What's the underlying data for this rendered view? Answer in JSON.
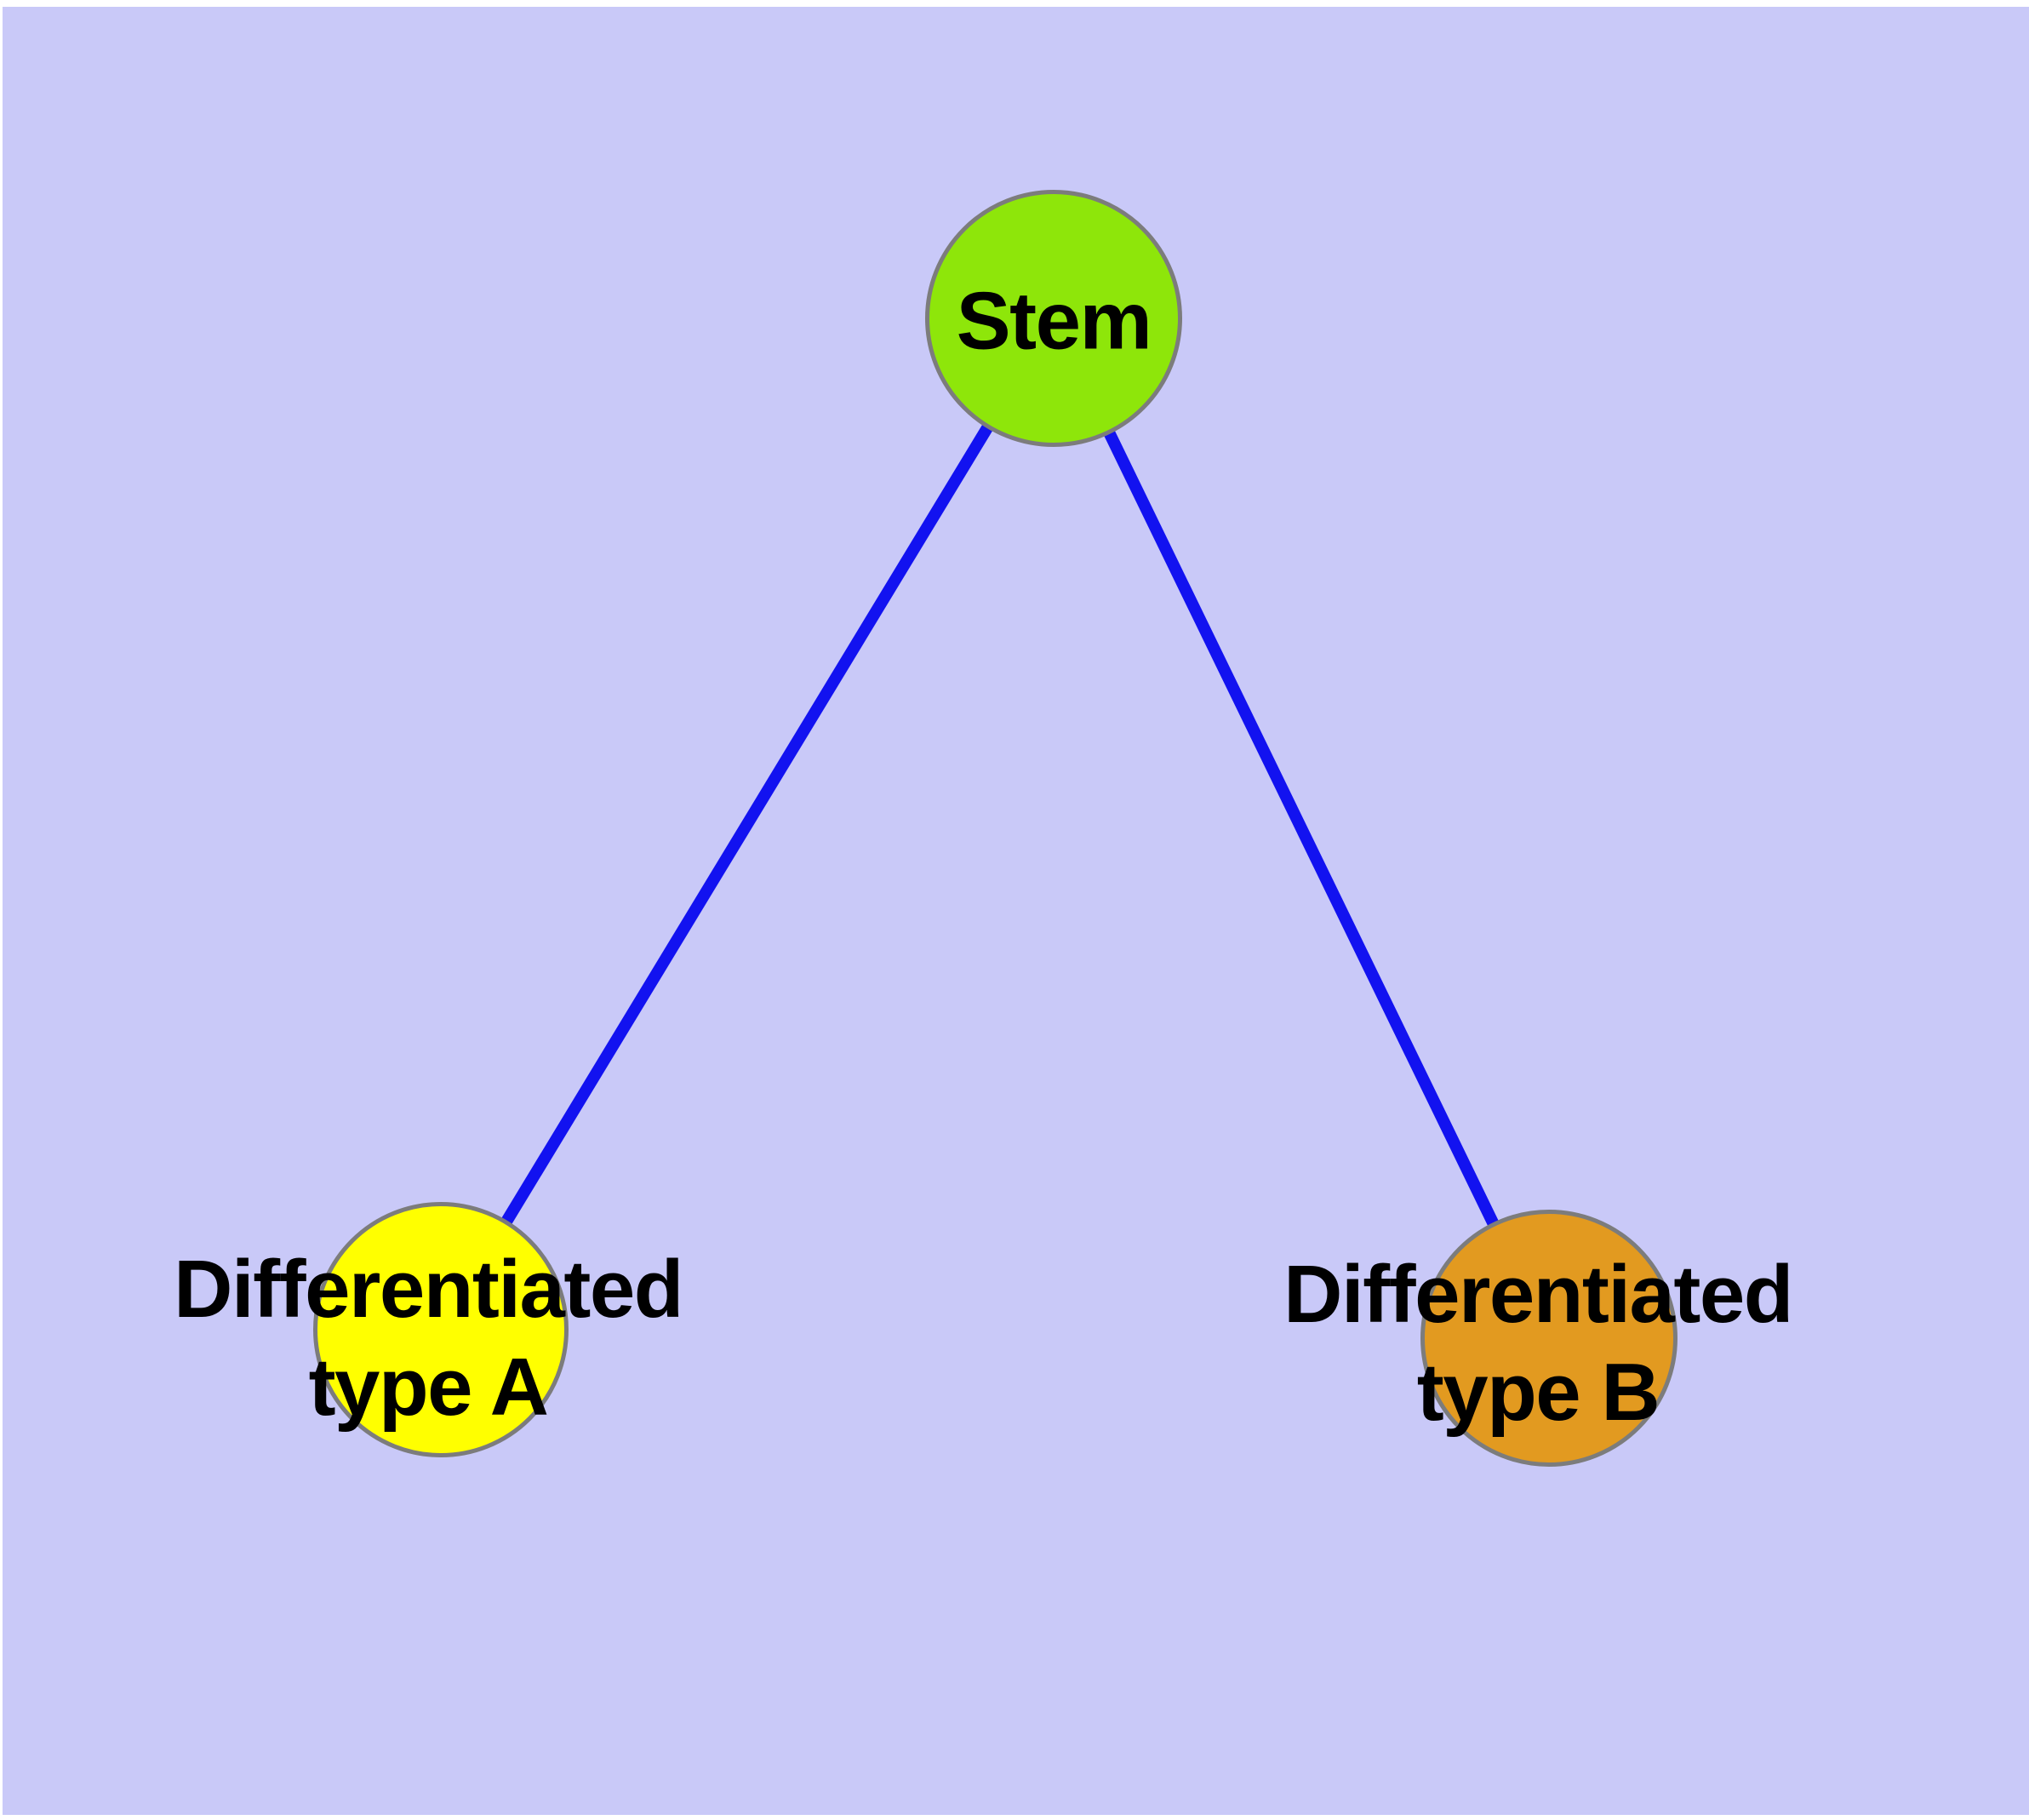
{
  "canvas": {
    "background_color": "#C9C9F8",
    "frame_color": "#FFFFFF",
    "node_border_color": "#7C7C7C"
  },
  "edges": {
    "color": "#1212F0",
    "items": [
      {
        "from": "Stem",
        "to": "Differentiated type A"
      },
      {
        "from": "Stem",
        "to": "Differentiated type B"
      }
    ]
  },
  "nodes": {
    "stem": {
      "label": "Stem",
      "fill": "#8EE60A"
    },
    "type_a": {
      "line1": "Differentiated",
      "line2": "type A",
      "fill": "#FFFF00"
    },
    "type_b": {
      "line1": "Differentiated",
      "line2": "type B",
      "fill": "#E29A20"
    }
  }
}
